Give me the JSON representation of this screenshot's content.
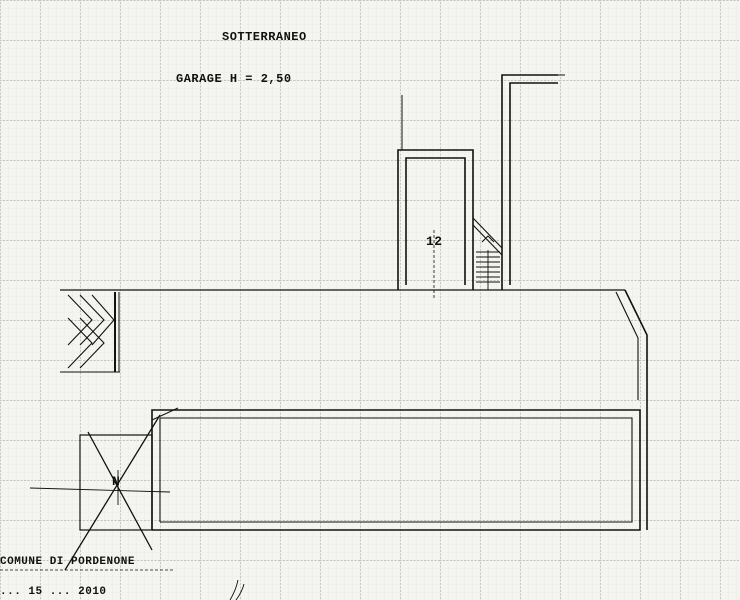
{
  "plan": {
    "title": "SOTTERRANEO",
    "subtitle": "GARAGE  H = 2,50",
    "room_number": "12",
    "compass_label": "N",
    "municipality": "COMUNE DI PORDENONE",
    "bottom_line": "...  15 ... 2010"
  },
  "colors": {
    "paper": "#f4f4f0",
    "ink": "#111111",
    "grid_major": "#9a9a9a",
    "grid_minor": "#c8c8c8"
  }
}
